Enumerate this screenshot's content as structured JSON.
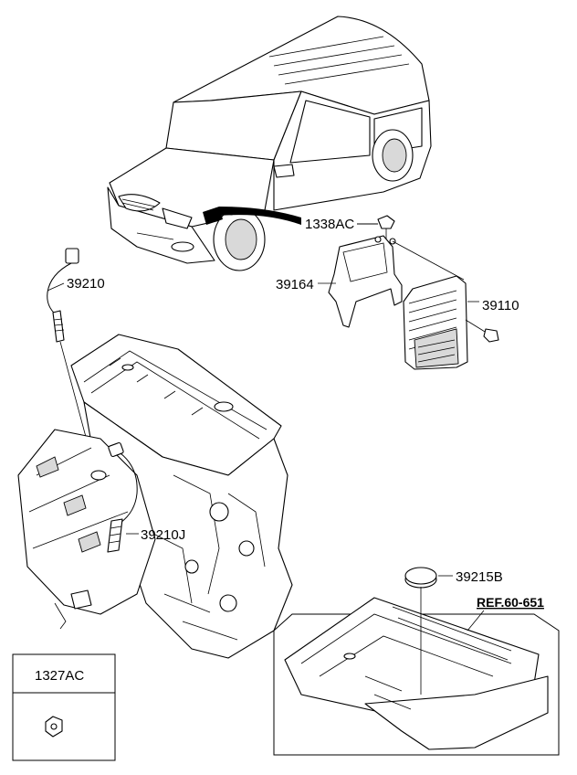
{
  "labels": {
    "p1338AC": "1338AC",
    "p39164": "39164",
    "p39110": "39110",
    "p39210": "39210",
    "p39210J": "39210J",
    "p39215B": "39215B",
    "ref": "REF.60-651",
    "p1327AC": "1327AC"
  }
}
